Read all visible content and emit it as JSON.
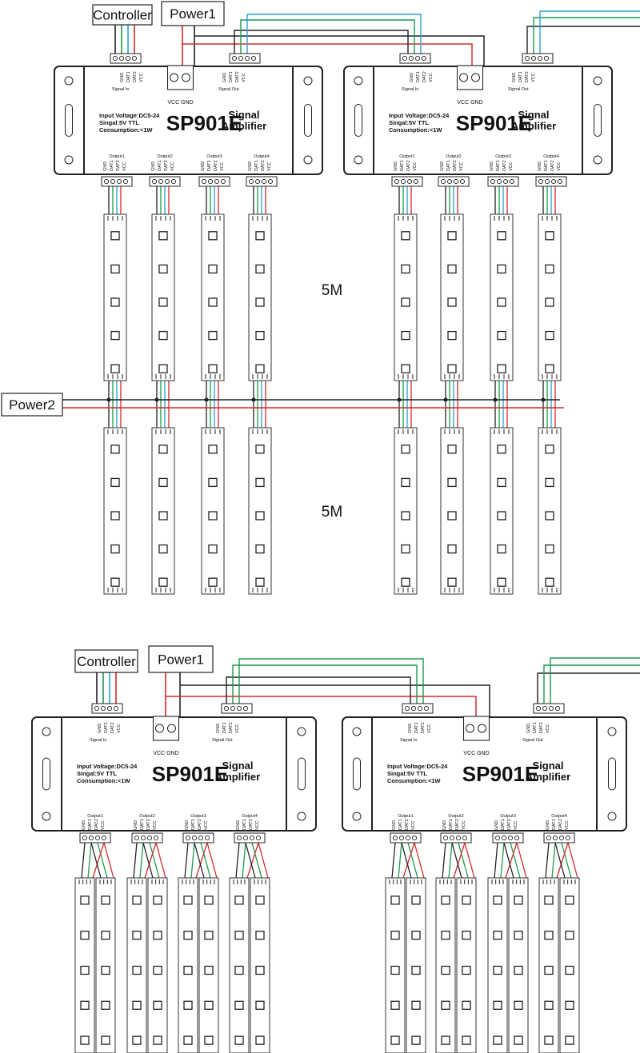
{
  "labels": {
    "controller": "Controller",
    "power1": "Power1",
    "power2": "Power2",
    "length_5m": "5M"
  },
  "device": {
    "model": "SP901E",
    "title_line1": "Signal",
    "title_line2": "Amplifier",
    "spec_voltage": "Input Voltage:DC5-24",
    "spec_signal": "Singal:5V TTL",
    "spec_consumption": "Consumption:<1W",
    "signal_in": "Signal In",
    "signal_out": "Signal Out",
    "vcc_gnd": "VCC GND",
    "outputs": [
      "Output1",
      "Output2",
      "Output3",
      "Output4"
    ],
    "pins": [
      "GND",
      "DAT1",
      "DAT2",
      "VCC"
    ]
  },
  "wire_colors": {
    "gnd": "#222222",
    "dat1": "#1a9a4a",
    "dat2": "#2a9fd6",
    "vcc": "#d42a2a"
  }
}
